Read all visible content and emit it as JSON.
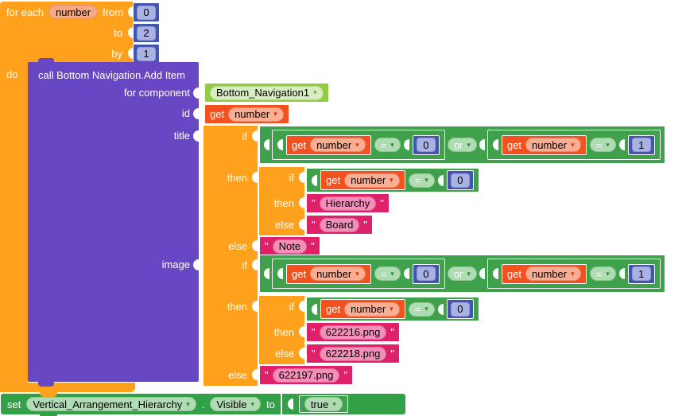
{
  "ui": {
    "arrow": "▾",
    "quote": "\"",
    "dot": "."
  },
  "keywords": {
    "if": "if",
    "then": "then",
    "else": "else",
    "or": "or",
    "eq": "=",
    "get": "get"
  },
  "foreach": {
    "for_each": "for each",
    "var": "number",
    "from": "from",
    "from_value": "0",
    "to": "to",
    "to_value": "2",
    "by": "by",
    "by_value": "1",
    "do": "do"
  },
  "call": {
    "title": "call Bottom Navigation.Add Item",
    "param_component": "for component",
    "param_id": "id",
    "param_title": "title",
    "param_image": "image"
  },
  "component_value": "Bottom_Navigation1",
  "id_value": {
    "var": "number"
  },
  "title_if": {
    "cond_left": {
      "var": "number",
      "value": "0"
    },
    "cond_right": {
      "var": "number",
      "value": "1"
    },
    "inner_cond": {
      "var": "number",
      "value": "0"
    },
    "then_text": "Hierarchy",
    "else_text": "Board",
    "outer_else_text": "Note"
  },
  "image_if": {
    "cond_left": {
      "var": "number",
      "value": "0"
    },
    "cond_right": {
      "var": "number",
      "value": "1"
    },
    "inner_cond": {
      "var": "number",
      "value": "0"
    },
    "then_text": "622216.png",
    "else_text": "622218.png",
    "outer_else_text": "622197.png"
  },
  "set": {
    "set": "set",
    "component": "Vertical_Arrangement_Hierarchy",
    "property": "Visible",
    "to": "to",
    "value": "true"
  },
  "colors": {
    "control_orange": "#FFA11C",
    "call_purple": "#6847C5",
    "logic_green": "#3FA14B",
    "set_green": "#31A046",
    "text_pink": "#DE2168",
    "math_blue": "#4356AE",
    "get_orange": "#F4511E",
    "component_lime": "#92CB45"
  }
}
